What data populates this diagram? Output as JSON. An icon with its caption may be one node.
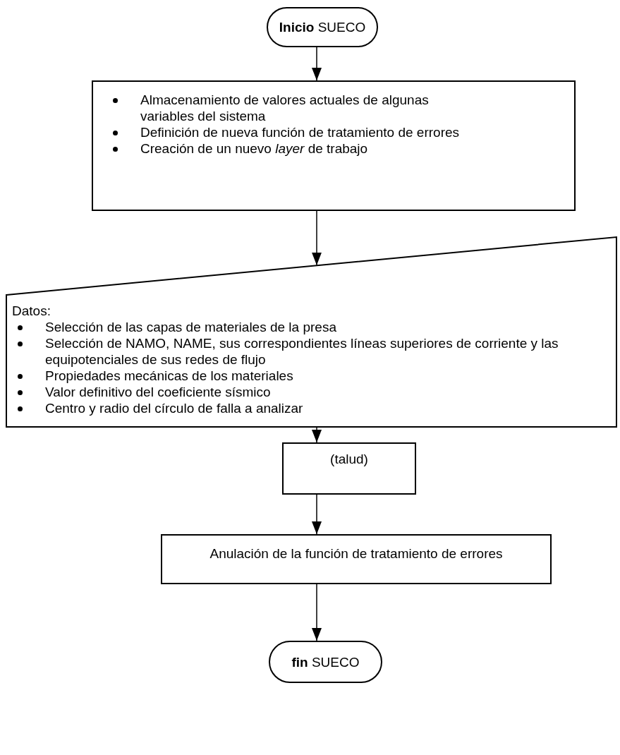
{
  "diagram": {
    "nodes": [
      {
        "text": [
          "**Inicio** SUECO"
        ]
      },
      {
        "text": [
          "Almacenamiento de valores actuales de algunas variables del sistema",
          "Definición de nueva función de tratamiento de errores",
          "Creación de un nuevo *layer* de trabajo"
        ]
      },
      {
        "text": [
          "Datos:",
          "Selección de las capas de materiales de la presa",
          "Selección de NAMO, NAME, sus correspondientes líneas superiores de corriente y las equipotenciales de sus redes de flujo",
          "Propiedades mecánicas de los materiales",
          "Valor definitivo del coeficiente sísmico",
          "Centro y radio del círculo de falla a analizar"
        ]
      },
      {
        "text": [
          "(talud)"
        ]
      },
      {
        "text": [
          "Anulación de la función de tratamiento de errores"
        ]
      },
      {
        "text": [
          "**fin** SUECO"
        ]
      }
    ],
    "edges": [
      {
        "from": 0,
        "to": 1,
        "arrow": "to"
      },
      {
        "from": 1,
        "to": 2,
        "arrow": "to"
      },
      {
        "from": 2,
        "to": 3,
        "arrow": "to"
      },
      {
        "from": 3,
        "to": 4,
        "arrow": "to"
      },
      {
        "from": 4,
        "to": 5,
        "arrow": "to"
      }
    ]
  }
}
